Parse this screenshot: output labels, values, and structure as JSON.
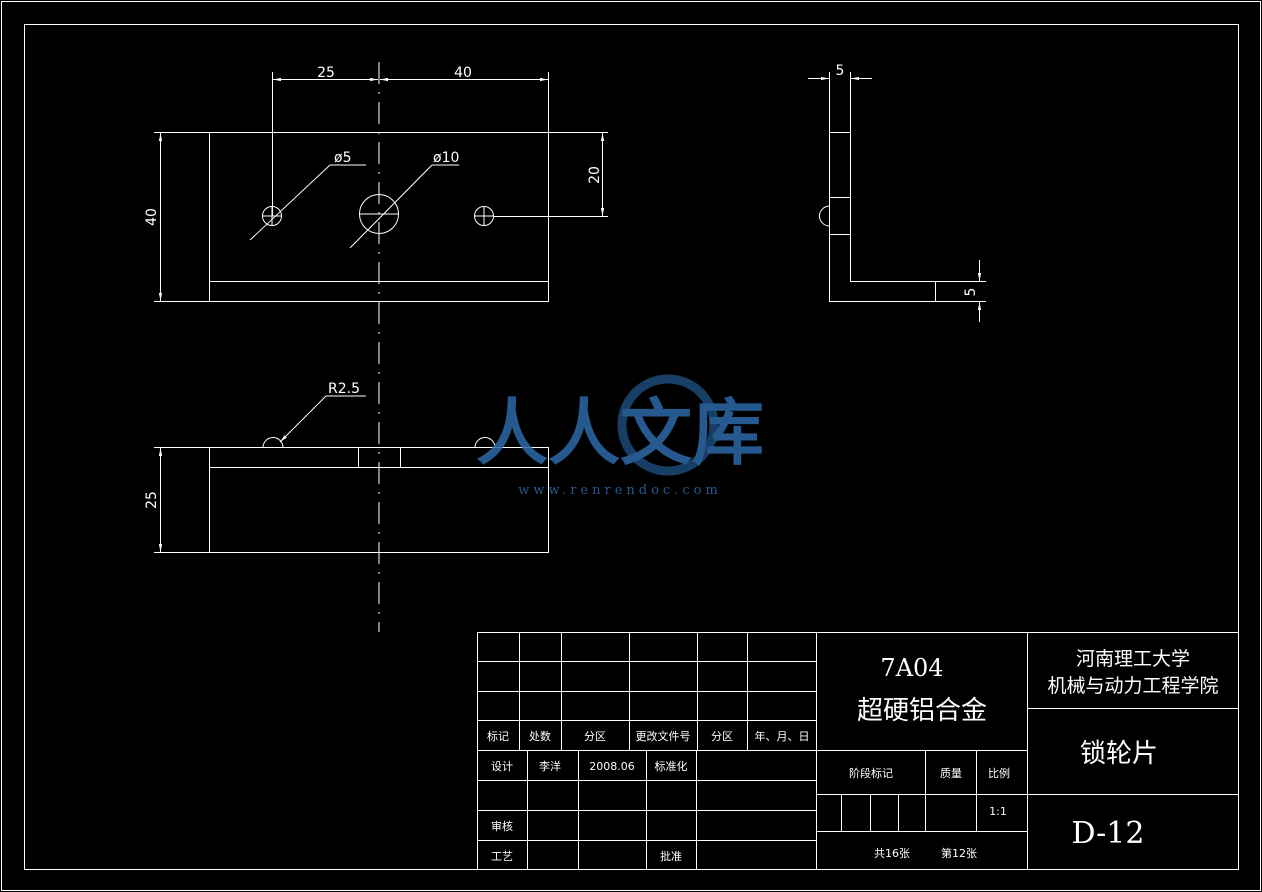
{
  "drawing": {
    "dims": {
      "d25": "25",
      "d40top": "40",
      "d5top": "5",
      "d40left": "40",
      "d20": "20",
      "d5right": "5",
      "d25left": "25",
      "phi5": "ø5",
      "phi10": "ø10",
      "r25": "R2.5"
    }
  },
  "watermark": {
    "text": "人人文库",
    "url": "www.renrendoc.com"
  },
  "title_block": {
    "material_code": "7A04",
    "material_name": "超硬铝合金",
    "school": "河南理工大学",
    "college": "机械与动力工程学院",
    "part_name": "锁轮片",
    "drawing_no": "D-12",
    "rev_headers": [
      "标记",
      "处数",
      "分区",
      "更改文件号",
      "分区",
      "年、月、日"
    ],
    "design_label": "设计",
    "designer": "李洋",
    "design_date": "2008.06",
    "std_label": "标准化",
    "review_label": "审核",
    "process_label": "工艺",
    "approve_label": "批准",
    "stage_label": "阶段标记",
    "mass_label": "质量",
    "scale_label": "比例",
    "scale_value": "1:1",
    "total_sheets": "共16张",
    "sheet_no": "第12张"
  }
}
